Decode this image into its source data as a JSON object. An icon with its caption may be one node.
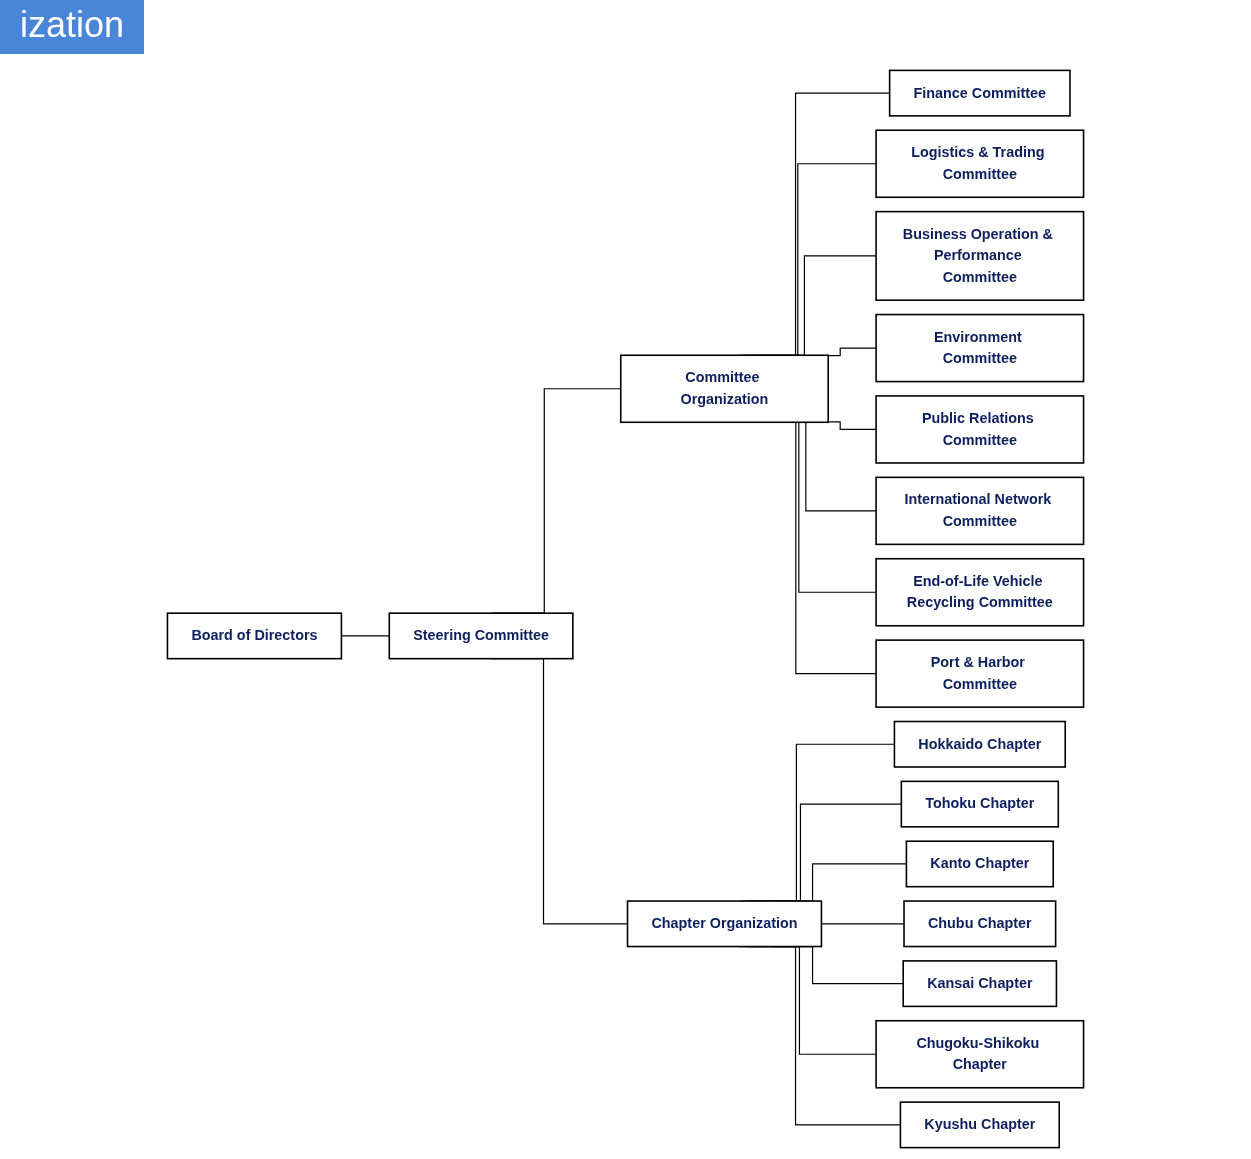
{
  "diagram": {
    "title": "ization",
    "nodes": [
      {
        "text": [
          "Board of Directors"
        ]
      },
      {
        "text": [
          "Steering Committee"
        ]
      },
      {
        "text": [
          "Committee Organization"
        ]
      },
      {
        "text": [
          "Chapter Organization"
        ]
      },
      {
        "text": [
          "Finance Committee"
        ]
      },
      {
        "text": [
          "Logistics & Trading Committee"
        ]
      },
      {
        "text": [
          "Business Operation & Performance Committee"
        ]
      },
      {
        "text": [
          "Environment Committee"
        ]
      },
      {
        "text": [
          "Public Relations Committee"
        ]
      },
      {
        "text": [
          "International Network Committee"
        ]
      },
      {
        "text": [
          "End-of-Life Vehicle Recycling Committee"
        ]
      },
      {
        "text": [
          "Port & Harbor Committee"
        ]
      },
      {
        "text": [
          "Hokkaido Chapter"
        ]
      },
      {
        "text": [
          "Tohoku Chapter"
        ]
      },
      {
        "text": [
          "Kanto Chapter"
        ]
      },
      {
        "text": [
          "Chubu Chapter"
        ]
      },
      {
        "text": [
          "Kansai Chapter"
        ]
      },
      {
        "text": [
          "Chugoku-Shikoku Chapter"
        ]
      },
      {
        "text": [
          "Kyushu Chapter"
        ]
      }
    ],
    "edges": [
      {
        "from": 0,
        "to": 1,
        "arrow": "none"
      },
      {
        "from": 1,
        "to": 2,
        "arrow": "none"
      },
      {
        "from": 1,
        "to": 3,
        "arrow": "none"
      },
      {
        "from": 2,
        "to": 4,
        "arrow": "none"
      },
      {
        "from": 2,
        "to": 5,
        "arrow": "none"
      },
      {
        "from": 2,
        "to": 6,
        "arrow": "none"
      },
      {
        "from": 2,
        "to": 7,
        "arrow": "none"
      },
      {
        "from": 2,
        "to": 8,
        "arrow": "none"
      },
      {
        "from": 2,
        "to": 9,
        "arrow": "none"
      },
      {
        "from": 2,
        "to": 10,
        "arrow": "none"
      },
      {
        "from": 2,
        "to": 11,
        "arrow": "none"
      },
      {
        "from": 3,
        "to": 12,
        "arrow": "none"
      },
      {
        "from": 3,
        "to": 13,
        "arrow": "none"
      },
      {
        "from": 3,
        "to": 14,
        "arrow": "none"
      },
      {
        "from": 3,
        "to": 15,
        "arrow": "none"
      },
      {
        "from": 3,
        "to": 16,
        "arrow": "none"
      },
      {
        "from": 3,
        "to": 17,
        "arrow": "none"
      },
      {
        "from": 3,
        "to": 18,
        "arrow": "none"
      }
    ]
  }
}
